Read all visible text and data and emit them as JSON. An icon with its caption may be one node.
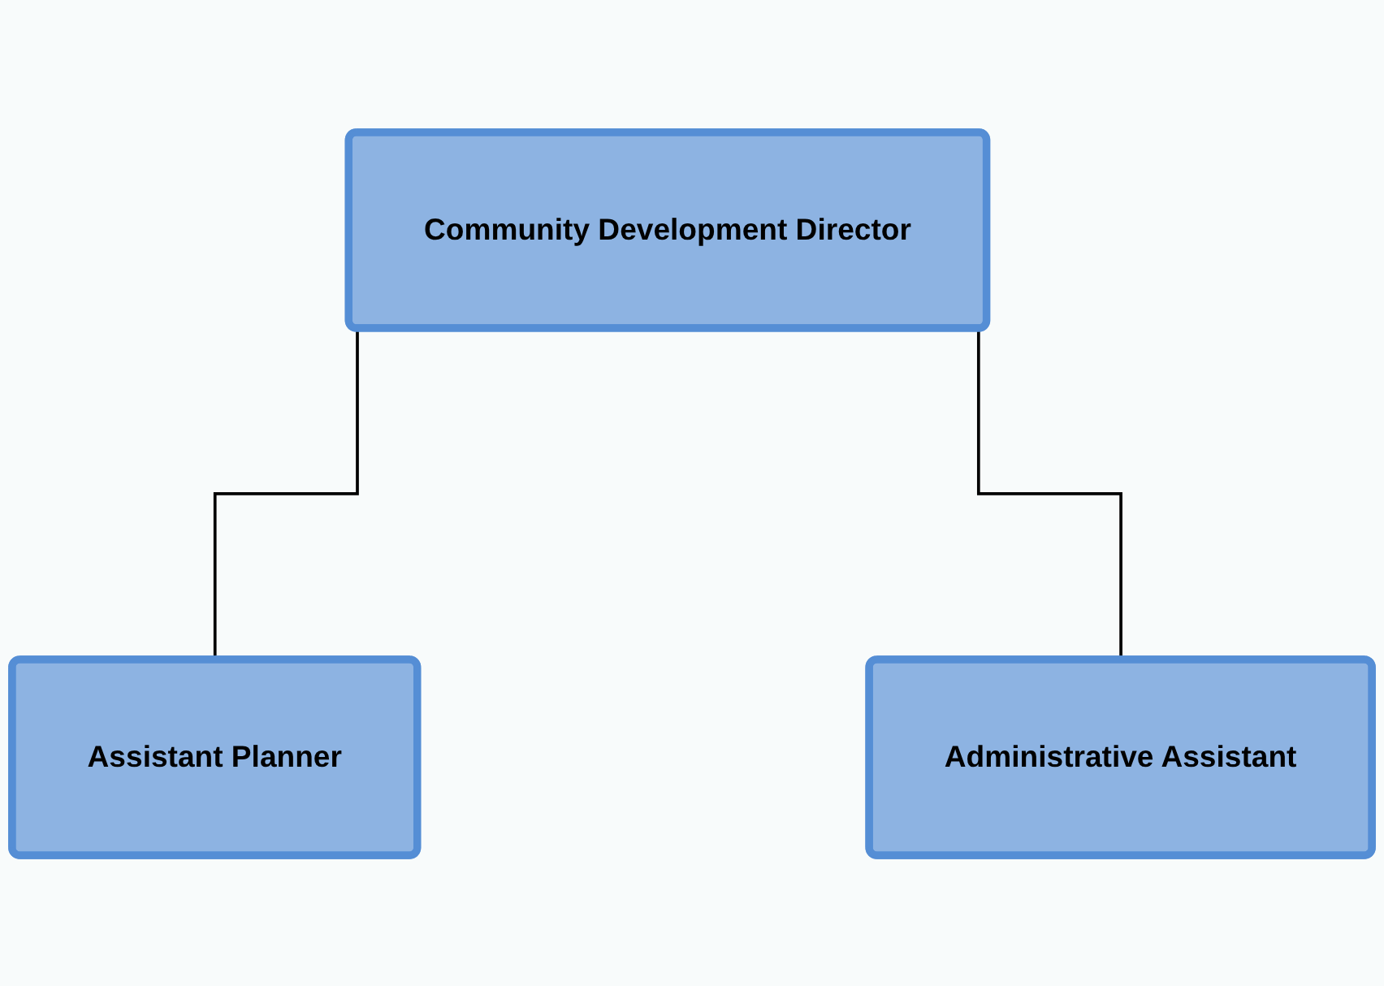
{
  "diagram": {
    "nodes": [
      {
        "text": [
          "Community Development Director"
        ]
      },
      {
        "text": [
          "Assistant Planner"
        ]
      },
      {
        "text": [
          "Administrative Assistant"
        ]
      }
    ],
    "edges": [
      {
        "from": 0,
        "to": 1,
        "arrow": "none"
      },
      {
        "from": 0,
        "to": 2,
        "arrow": "none"
      }
    ]
  }
}
